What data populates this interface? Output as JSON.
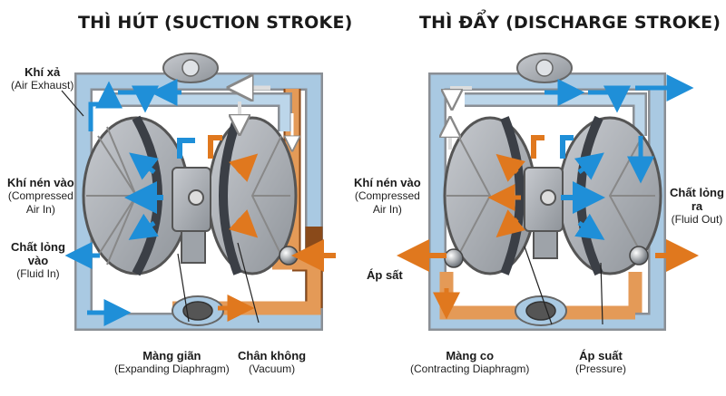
{
  "colors": {
    "air_arrow": "#1f8fd8",
    "fluid_arrow": "#e0781e",
    "air_pipe": "#a9c9e2",
    "fluid_pipe": "#e49a57",
    "metal": "#a9adb3",
    "diaphragm": "#3b3f46"
  },
  "left_panel": {
    "title": "THÌ HÚT (SUCTION STROKE)",
    "labels": {
      "air_exhaust": {
        "vn": "Khí xả",
        "en": "(Air Exhaust)"
      },
      "compressed_air": {
        "vn": "Khí nén vào",
        "en": "(Compressed",
        "en2": "Air In)"
      },
      "fluid_in": {
        "vn": "Chất lỏng",
        "vn2": "vào",
        "en": "(Fluid In)"
      },
      "expanding": {
        "vn": "Màng giãn",
        "en": "(Expanding Diaphragm)"
      },
      "vacuum": {
        "vn": "Chân không",
        "en": "(Vacuum)"
      }
    }
  },
  "right_panel": {
    "title": "THÌ ĐẨY (DISCHARGE STROKE)",
    "labels": {
      "compressed_air": {
        "vn": "Khí nén vào",
        "en": "(Compressed",
        "en2": "Air In)"
      },
      "fluid_out": {
        "vn": "Chất lỏng",
        "vn2": "ra",
        "en": "(Fluid Out)"
      },
      "ap_sat": {
        "vn": "Áp sất"
      },
      "contracting": {
        "vn": "Màng co",
        "en": "(Contracting Diaphragm)"
      },
      "pressure": {
        "vn": "Áp suất",
        "en": "(Pressure)"
      }
    }
  }
}
